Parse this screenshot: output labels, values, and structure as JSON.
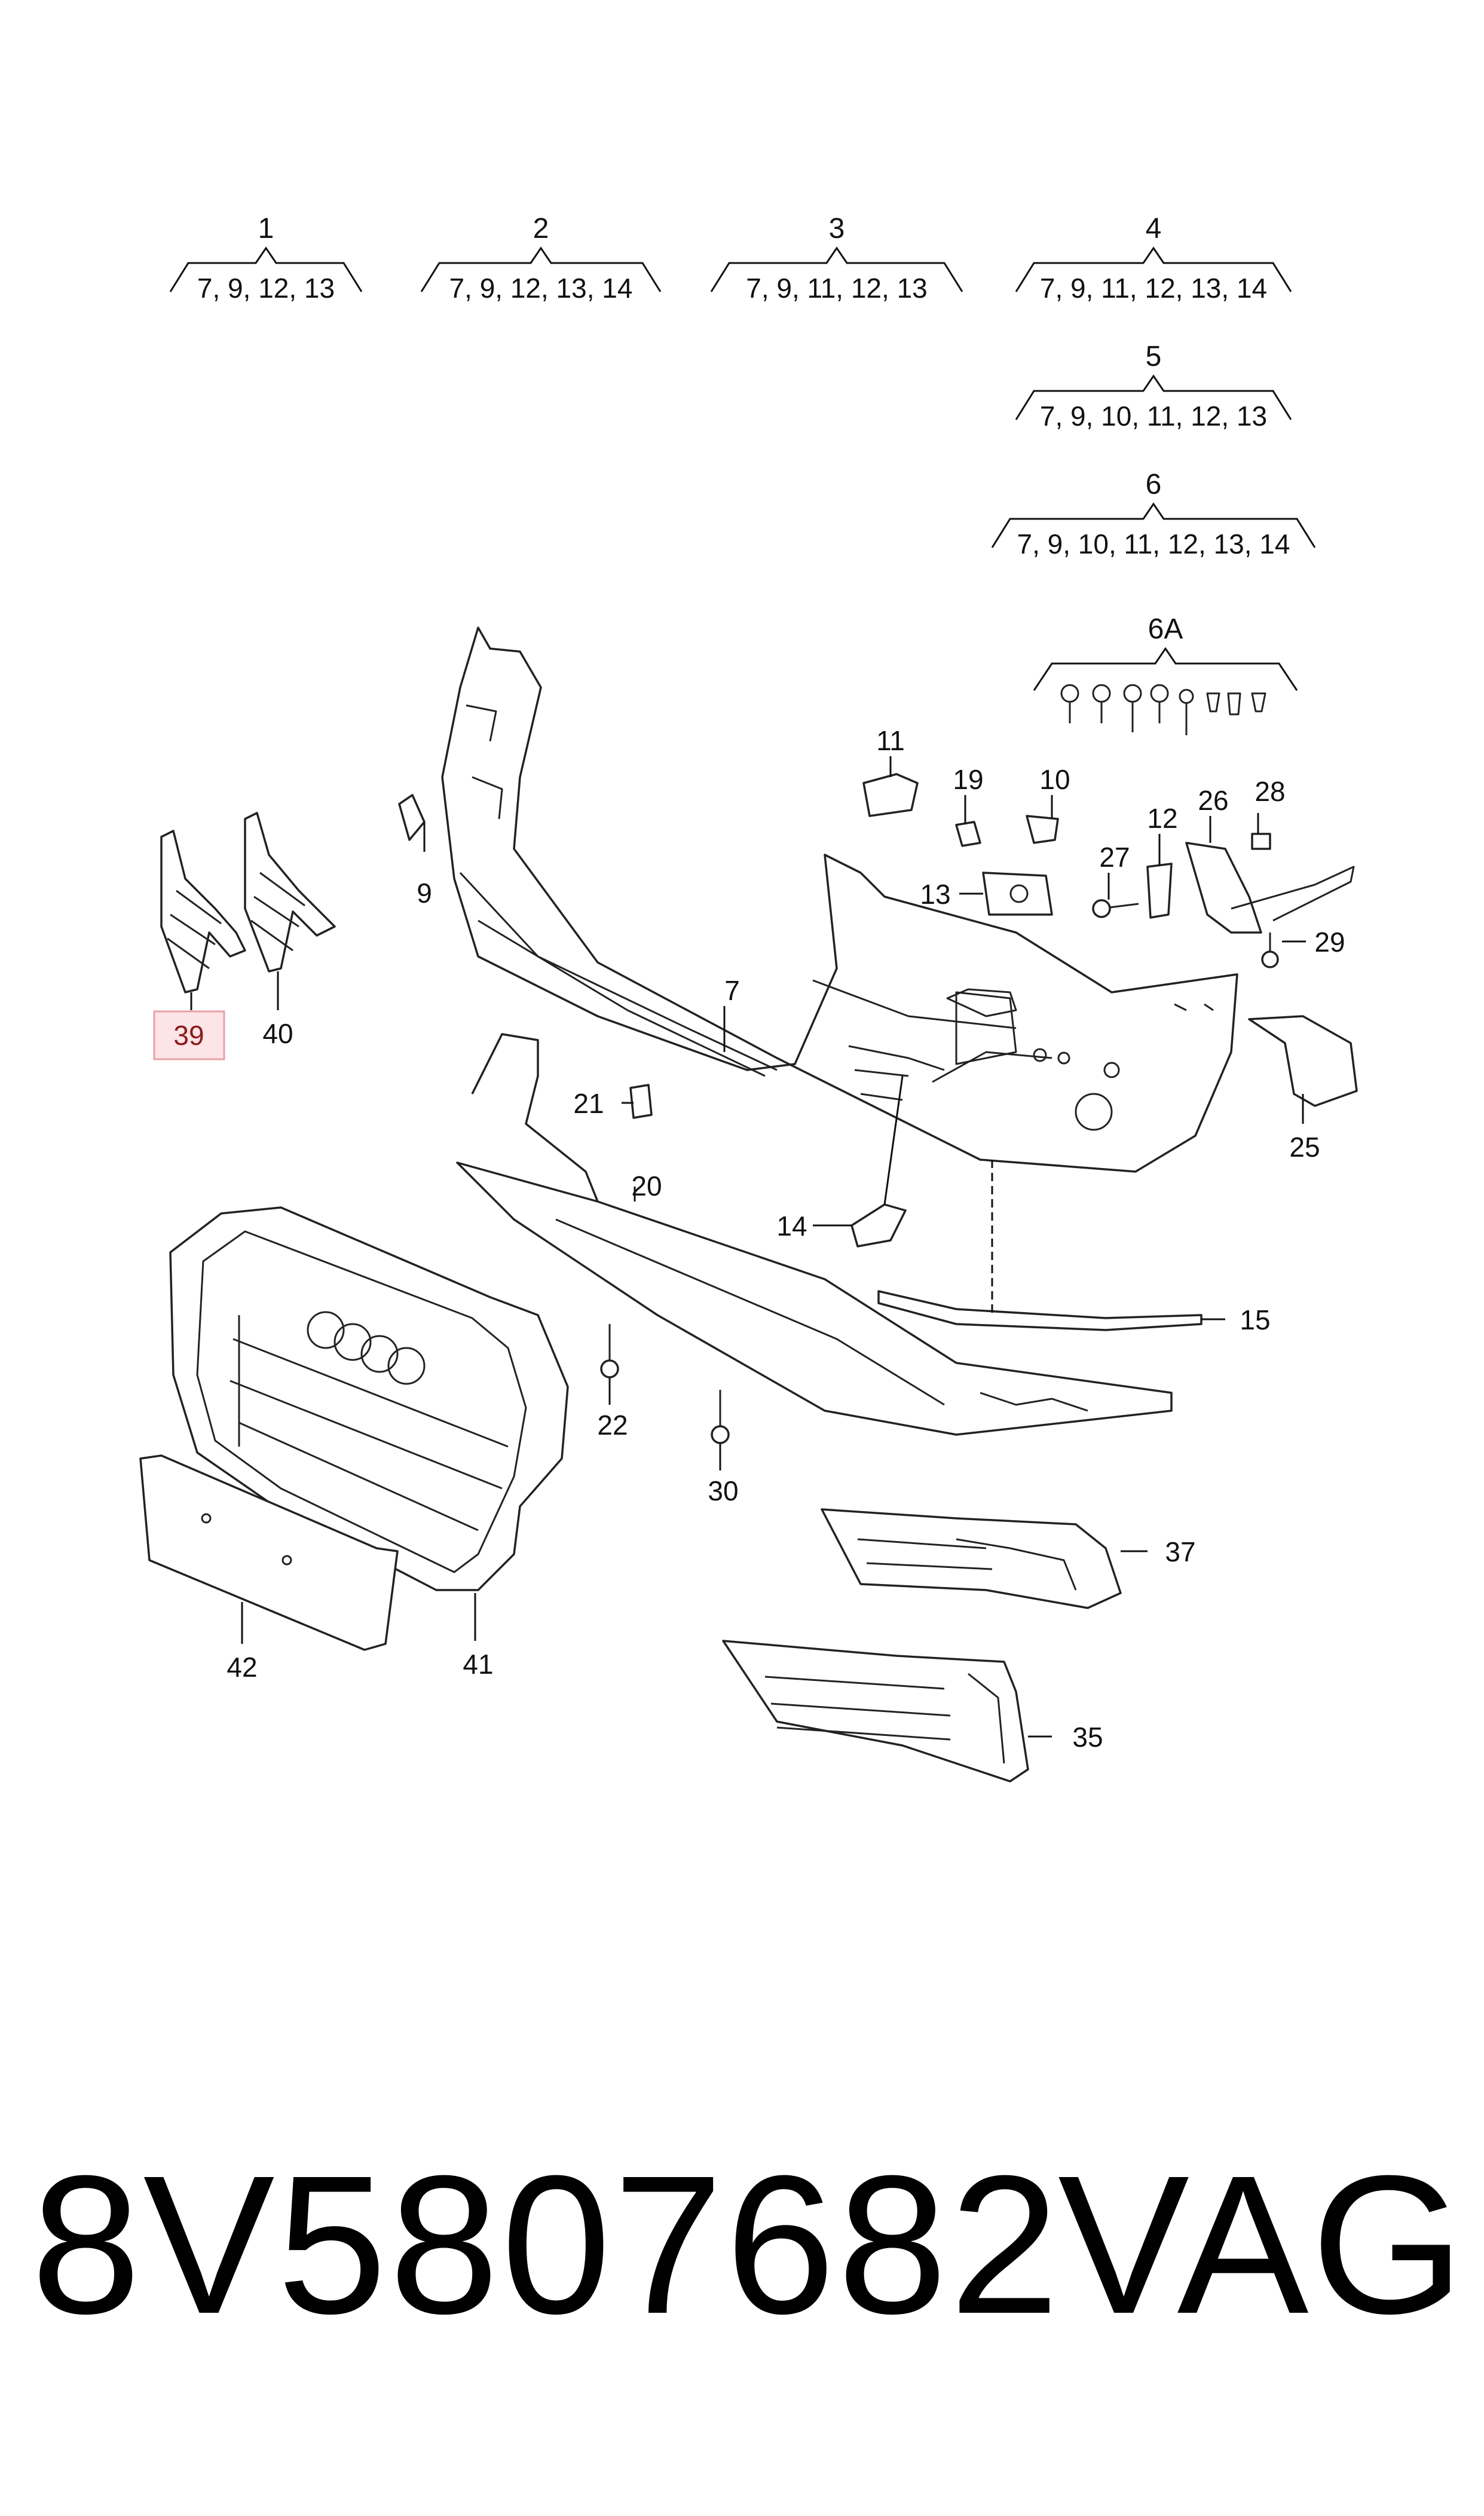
{
  "kits": [
    {
      "label": "1",
      "items": "7, 9, 12, 13"
    },
    {
      "label": "2",
      "items": "7, 9, 12, 13, 14"
    },
    {
      "label": "3",
      "items": "7, 9, 11, 12, 13"
    },
    {
      "label": "4",
      "items": "7, 9, 11, 12, 13, 14"
    },
    {
      "label": "5",
      "items": "7, 9, 10, 11, 12, 13"
    },
    {
      "label": "6",
      "items": "7, 9, 10, 11, 12, 13, 14"
    },
    {
      "label": "6A",
      "items": ""
    }
  ],
  "callouts": {
    "c7": "7",
    "c9": "9",
    "c10": "10",
    "c11": "11",
    "c12": "12",
    "c13": "13",
    "c14": "14",
    "c15": "15",
    "c19": "19",
    "c20": "20",
    "c21": "21",
    "c22": "22",
    "c25": "25",
    "c26": "26",
    "c27": "27",
    "c28": "28",
    "c29": "29",
    "c30": "30",
    "c35": "35",
    "c37": "37",
    "c39": "39",
    "c40": "40",
    "c41": "41",
    "c42": "42"
  },
  "highlight_color": "#e8a0a8",
  "footer": {
    "part_number": "8V5807682",
    "brand": "VAG"
  }
}
